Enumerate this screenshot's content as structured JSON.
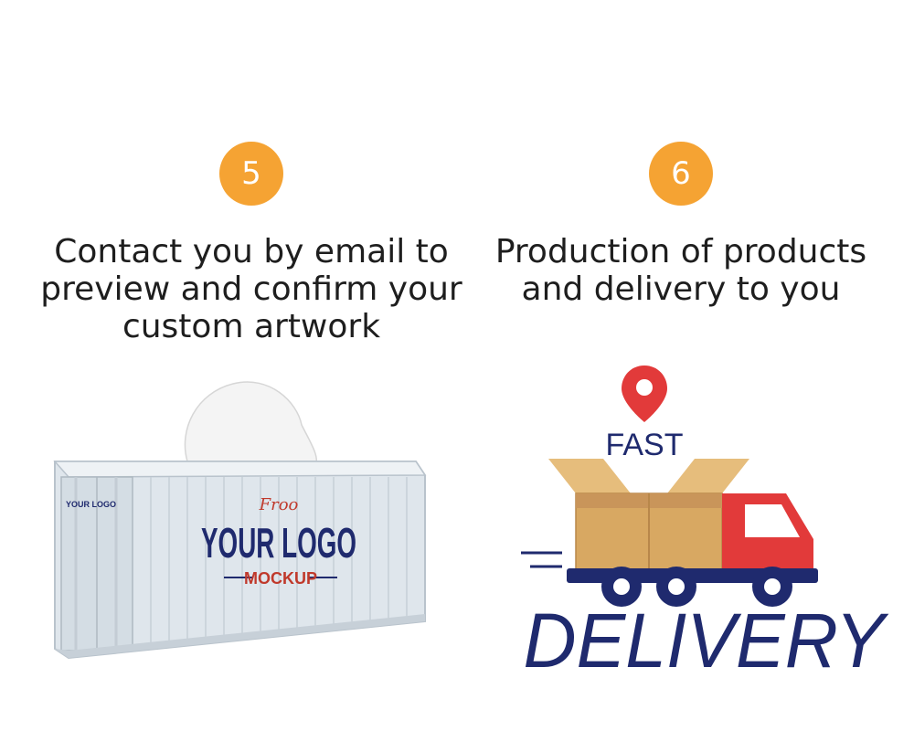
{
  "colors": {
    "badge": "#f5a333",
    "text": "#1e1e1e",
    "navy": "#1f2a6e",
    "red": "#e23a3a",
    "box": "#d8a862",
    "container": "#dfe6ec"
  },
  "steps": [
    {
      "number": "5",
      "caption_lines": [
        "Contact you by email to",
        "preview and confirm your",
        "custom artwork"
      ]
    },
    {
      "number": "6",
      "caption_lines": [
        "Production of products",
        "and delivery to you"
      ]
    }
  ],
  "container_illustration": {
    "script_text": "Froo",
    "logo_text": "YOUR LOGO",
    "sub_text": "MOCKUP",
    "side_logo_text": "YOUR LOGO"
  },
  "delivery_illustration": {
    "fast_text": "FAST",
    "delivery_text": "DELIVERY",
    "icon_name": "location-pin-icon"
  }
}
